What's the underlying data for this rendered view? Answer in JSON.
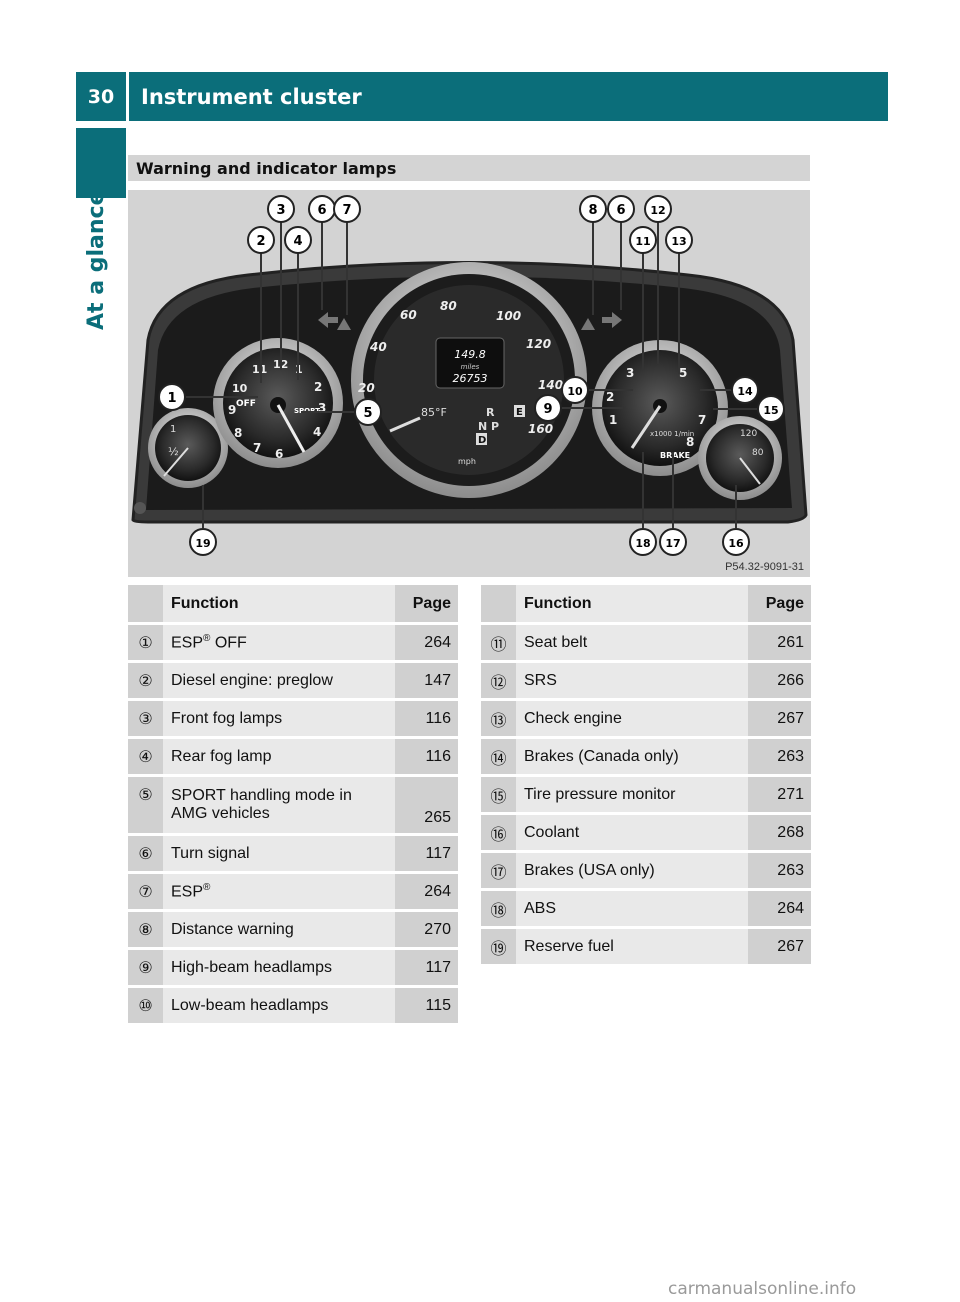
{
  "header": {
    "page_number": "30",
    "title": "Instrument cluster"
  },
  "side_tab": "At a glance",
  "section": {
    "title": "Warning and indicator lamps"
  },
  "figure": {
    "code": "P54.32-9091-31",
    "speedo": [
      "20",
      "40",
      "60",
      "80",
      "100",
      "120",
      "140",
      "160"
    ],
    "speed_unit": "mph",
    "odometer": {
      "trip": "149.8",
      "label": "miles",
      "total": "26753"
    },
    "temperature": "85°F",
    "gears": [
      "R",
      "N",
      "P",
      "D"
    ],
    "gear_e": "E",
    "sport_label": "SPORT",
    "esp_off": "OFF",
    "tach_unit": "x1000 1/min",
    "brake_label": "BRAKE",
    "callouts": [
      "1",
      "2",
      "3",
      "4",
      "5",
      "6",
      "7",
      "8",
      "6",
      "9",
      "10",
      "11",
      "12",
      "13",
      "14",
      "15",
      "16",
      "17",
      "18",
      "19"
    ]
  },
  "tables": {
    "header": {
      "function": "Function",
      "page": "Page"
    },
    "left": [
      {
        "num": "①",
        "fn": "ESP",
        "reg": "®",
        "suffix": " OFF",
        "page": "264"
      },
      {
        "num": "②",
        "fn": "Diesel engine: preglow",
        "page": "147"
      },
      {
        "num": "③",
        "fn": "Front fog lamps",
        "page": "116"
      },
      {
        "num": "④",
        "fn": "Rear fog lamp",
        "page": "116"
      },
      {
        "num": "⑤",
        "fn": "SPORT handling mode in",
        "fn2": "AMG vehicles",
        "page": "265"
      },
      {
        "num": "⑥",
        "fn": "Turn signal",
        "page": "117"
      },
      {
        "num": "⑦",
        "fn": "ESP",
        "reg": "®",
        "page": "264"
      },
      {
        "num": "⑧",
        "fn": "Distance warning",
        "page": "270"
      },
      {
        "num": "⑨",
        "fn": "High-beam headlamps",
        "page": "117"
      },
      {
        "num": "⑩",
        "fn": "Low-beam headlamps",
        "page": "115"
      }
    ],
    "right": [
      {
        "num": "⑪",
        "fn": "Seat belt",
        "page": "261"
      },
      {
        "num": "⑫",
        "fn": "SRS",
        "page": "266"
      },
      {
        "num": "⑬",
        "fn": "Check engine",
        "page": "267"
      },
      {
        "num": "⑭",
        "fn": "Brakes (Canada only)",
        "page": "263"
      },
      {
        "num": "⑮",
        "fn": "Tire pressure monitor",
        "page": "271"
      },
      {
        "num": "⑯",
        "fn": "Coolant",
        "page": "268"
      },
      {
        "num": "⑰",
        "fn": "Brakes (USA only)",
        "page": "263"
      },
      {
        "num": "⑱",
        "fn": "ABS",
        "page": "264"
      },
      {
        "num": "⑲",
        "fn": "Reserve fuel",
        "page": "267"
      }
    ]
  },
  "footer": {
    "site": "carmanualsonline.info"
  }
}
